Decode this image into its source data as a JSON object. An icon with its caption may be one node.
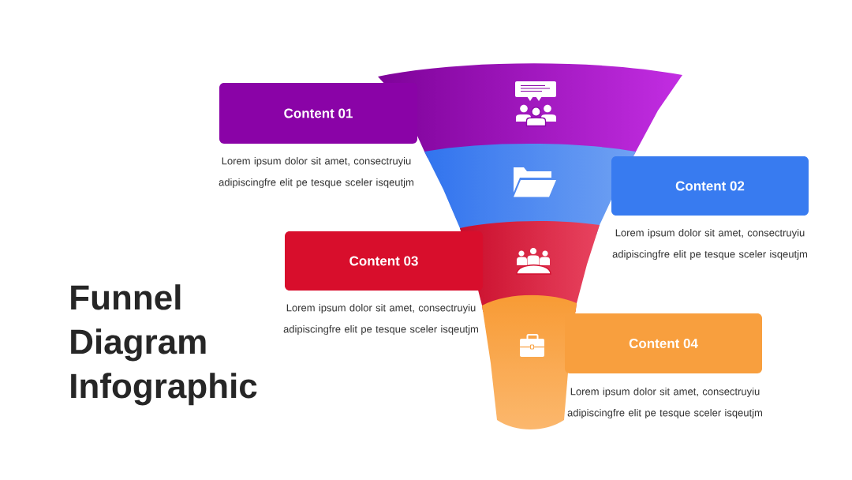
{
  "diagram": {
    "title": "Funnel Diagram Infographic",
    "nodes": [
      {
        "text": [
          "Content 01"
        ],
        "beside": [
          "Lorem ipsum dolor sit amet, consectruyiu adipiscingfre elit pe tesque sceler isqeutjm"
        ]
      },
      {
        "text": [
          "Content 02"
        ],
        "beside": [
          "Lorem ipsum dolor sit amet, consectruyiu adipiscingfre elit pe tesque sceler isqeutjm"
        ]
      },
      {
        "text": [
          "Content 03"
        ],
        "beside": [
          "Lorem ipsum dolor sit amet, consectruyiu adipiscingfre elit pe tesque sceler isqeutjm"
        ]
      },
      {
        "text": [
          "Content 04"
        ],
        "beside": [
          "Lorem ipsum dolor sit amet, consectruyiu adipiscingfre elit pe tesque sceler isqeutjm"
        ]
      }
    ]
  }
}
